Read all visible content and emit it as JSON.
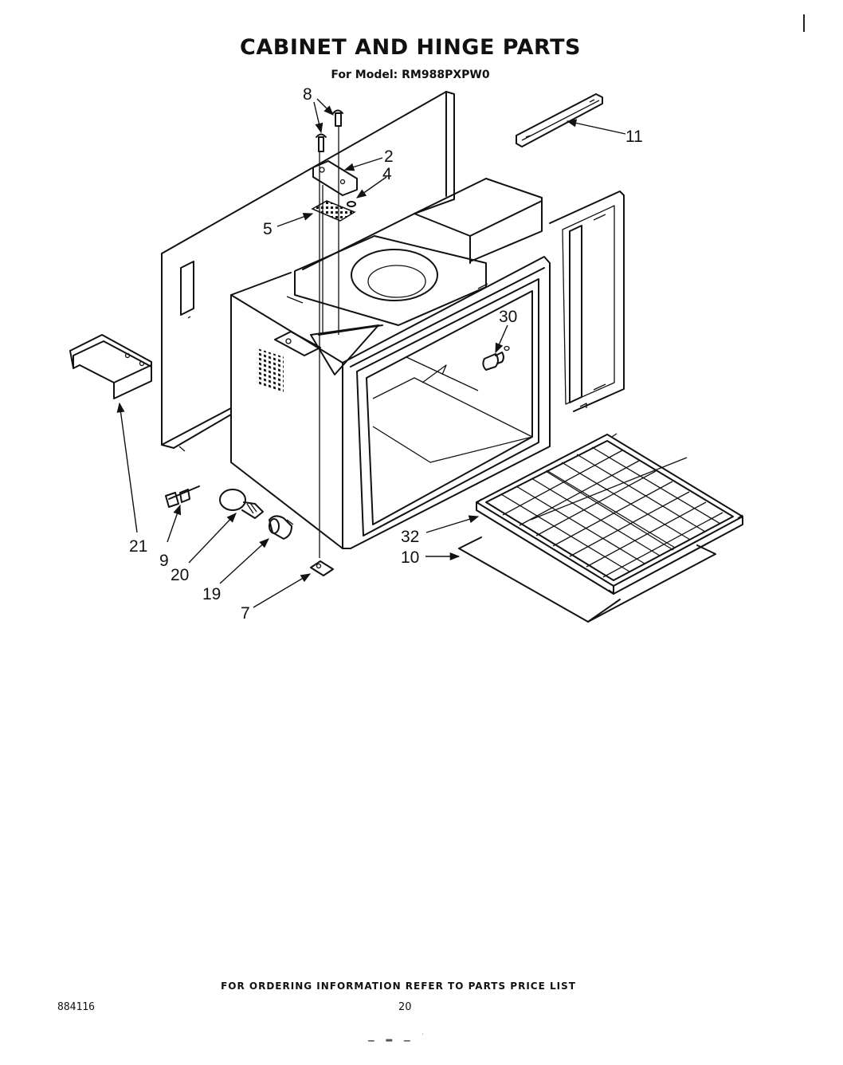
{
  "header": {
    "title": "CABINET AND HINGE PARTS",
    "model": "For Model: RM988PXPW0"
  },
  "callouts": [
    "8",
    "2",
    "4",
    "5",
    "11",
    "30",
    "21",
    "9",
    "20",
    "19",
    "7",
    "32",
    "10"
  ],
  "footer": {
    "note": "FOR ORDERING INFORMATION REFER TO PARTS PRICE LIST",
    "doc_number": "884116",
    "page": "20"
  }
}
